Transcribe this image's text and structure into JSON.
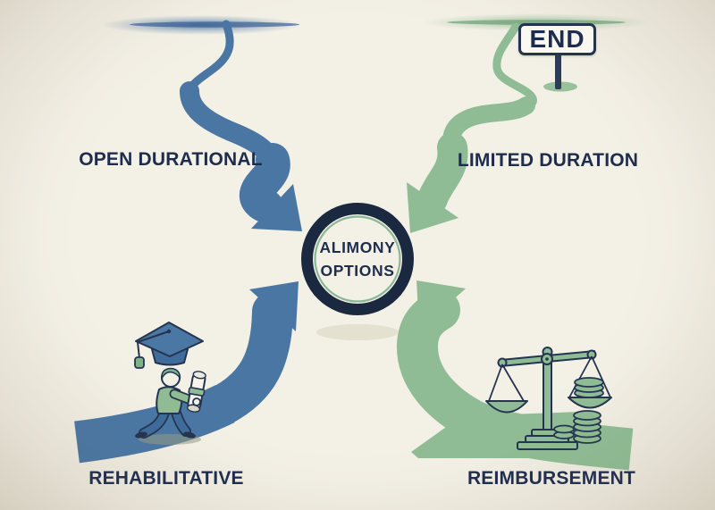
{
  "colors": {
    "background": "#f2efe5",
    "blue_path": "#4a76a3",
    "green_path": "#8fbc94",
    "navy_text": "#1e2c4e",
    "ring_navy": "#1b2940",
    "ring_green": "#8ab795",
    "sign_background": "#faf8f1"
  },
  "center": {
    "title_line1": "ALIMONY",
    "title_line2": "OPTIONS"
  },
  "sign": {
    "text": "END"
  },
  "branches": [
    {
      "label": "OPEN DURATIONAL",
      "position": "top-left",
      "color": "#4a76a3"
    },
    {
      "label": "LIMITED DURATION",
      "position": "top-right",
      "color": "#8fbc94"
    },
    {
      "label": "REHABILITATIVE",
      "position": "bottom-left",
      "color": "#4a76a3"
    },
    {
      "label": "REIMBURSEMENT",
      "position": "bottom-right",
      "color": "#8fbc94"
    }
  ],
  "icons": {
    "end-sign": "END roadside signpost",
    "graduation-cap": "blue mortarboard with tassel",
    "graduate-person": "person walking holding rolled diploma",
    "diploma-scroll": "rolled scroll with green ribbon",
    "scales-of-justice": "green balance scale, coins on right pan",
    "coin-stack": "stacked coins beside scale base"
  }
}
